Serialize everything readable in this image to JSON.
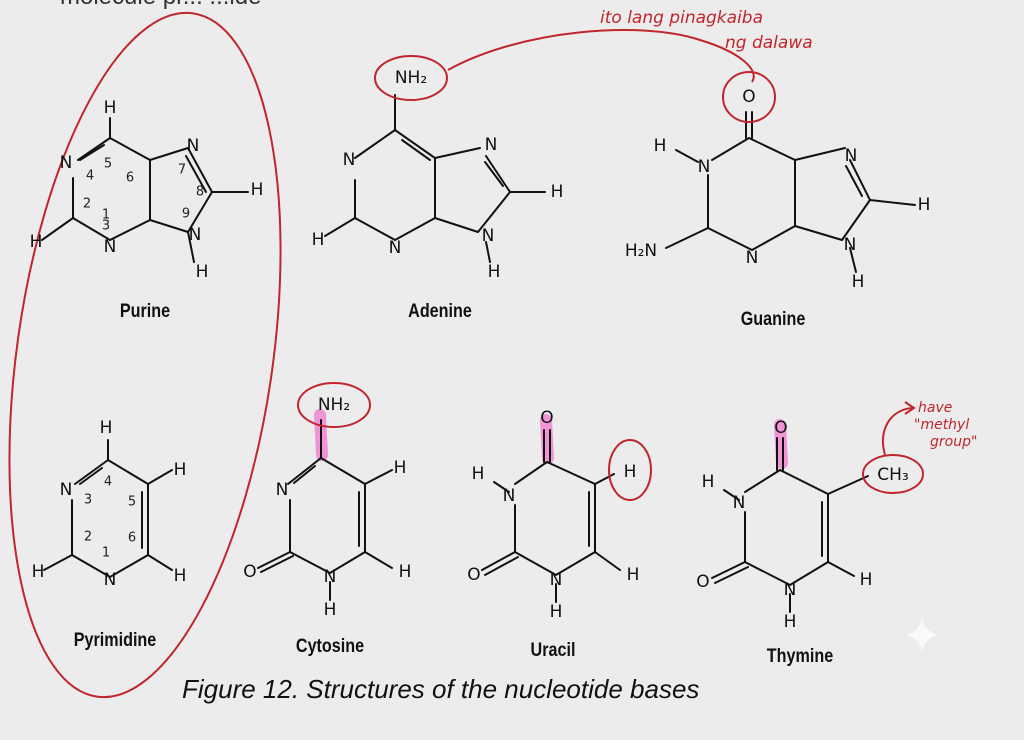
{
  "header_fragment": "molecule pr... ...ide",
  "figure": {
    "caption": "Figure 12. Structures of the nucleotide bases",
    "structures": [
      {
        "name": "Purine",
        "ring_numbers": [
          "1",
          "2",
          "3",
          "4",
          "5",
          "6",
          "7",
          "8",
          "9"
        ]
      },
      {
        "name": "Adenine",
        "substituent": "NH2"
      },
      {
        "name": "Guanine",
        "substituent": "O"
      },
      {
        "name": "Pyrimidine",
        "ring_numbers": [
          "1",
          "2",
          "3",
          "4",
          "5",
          "6"
        ]
      },
      {
        "name": "Cytosine",
        "substituent": "NH2"
      },
      {
        "name": "Uracil"
      },
      {
        "name": "Thymine",
        "substituent": "CH3"
      }
    ],
    "atoms": {
      "N": "N",
      "H": "H",
      "O": "O",
      "NH2": "NH₂",
      "H2N": "H₂N",
      "CH3": "CH₃"
    }
  },
  "annotations": {
    "note_difference_line1": "ito lang pinagkaiba",
    "note_difference_line2": "ng dalawa",
    "note_methyl_line1": "have",
    "note_methyl_line2": "\"methyl",
    "note_methyl_line3": "group\"",
    "ink_color": "#c0262d",
    "highlight_color": "#f07fd0"
  }
}
